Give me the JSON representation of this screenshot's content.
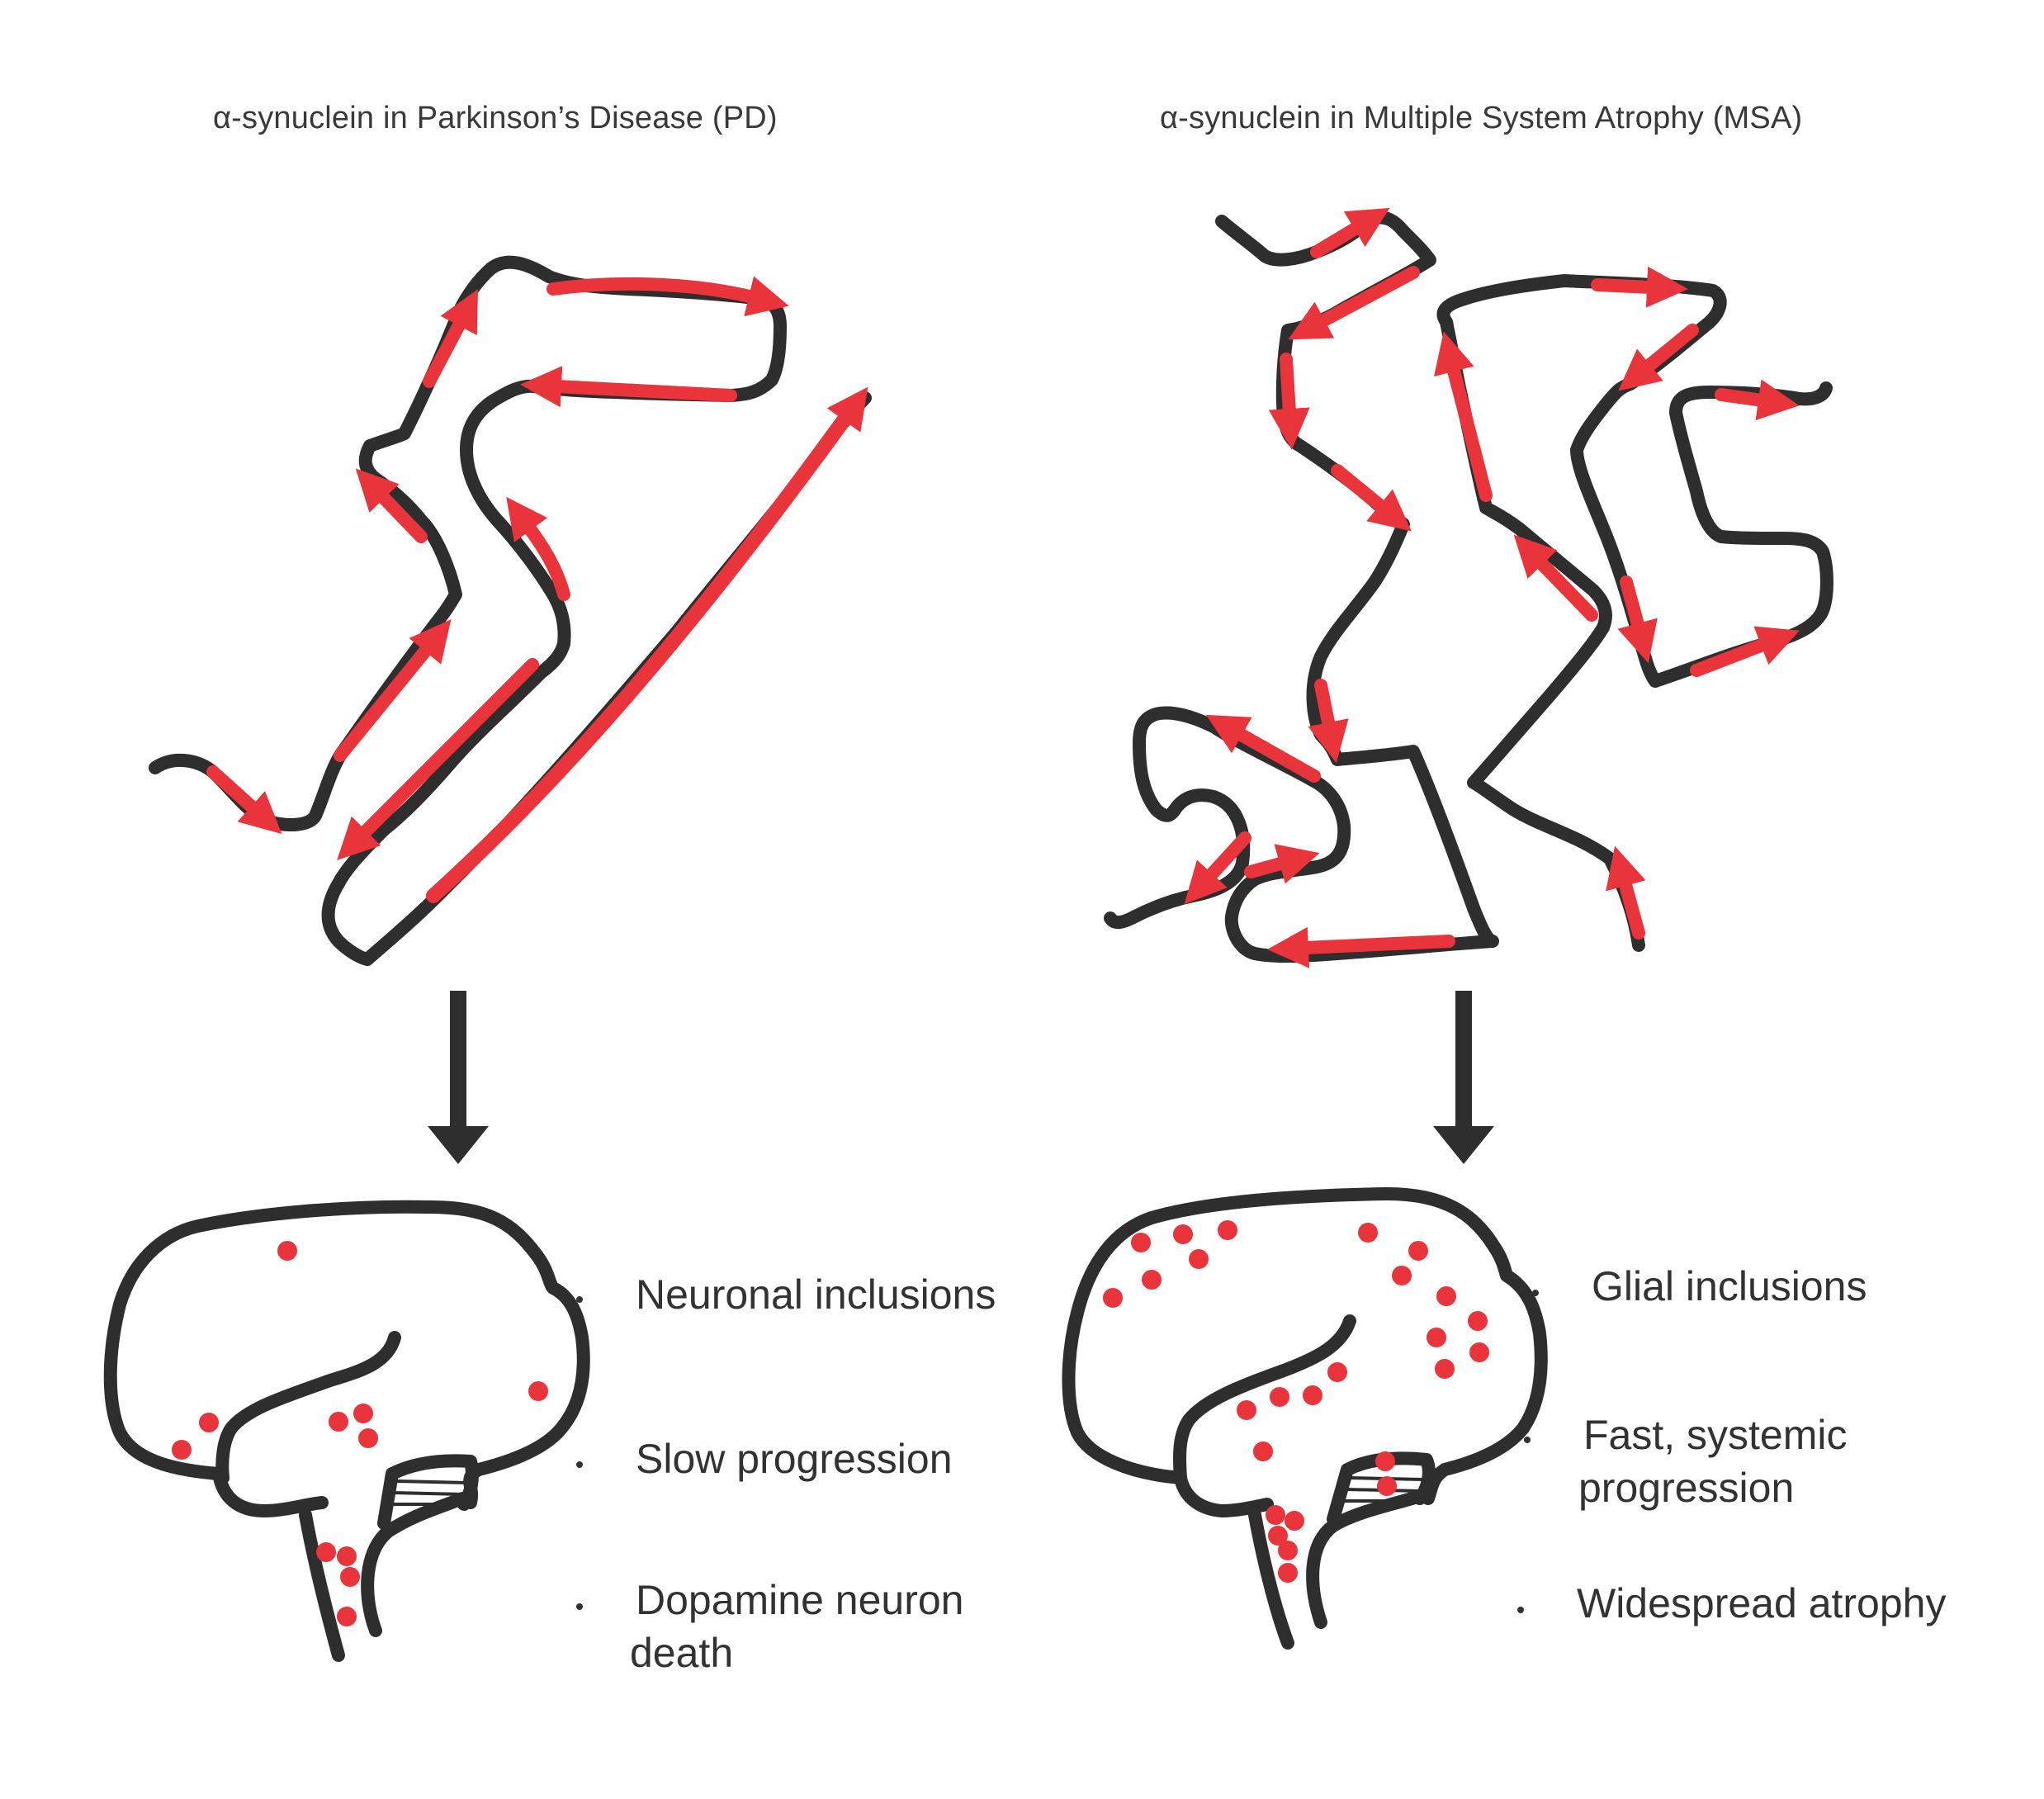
{
  "titles": {
    "pd": "α-synuclein in Parkinson’s Disease (PD)",
    "msa": "α-synuclein in Multiple System Atrophy (MSA)"
  },
  "pd_points": [
    "Neuronal inclusions",
    "Slow progression",
    "Dopamine neuron",
    "death"
  ],
  "msa_points": [
    "Glial inclusions",
    "Fast, systemic",
    "progression",
    "Widespread atrophy"
  ],
  "colors": {
    "strand": "#2f2e2f",
    "sheet": "#e8343a",
    "text": "#333132"
  }
}
